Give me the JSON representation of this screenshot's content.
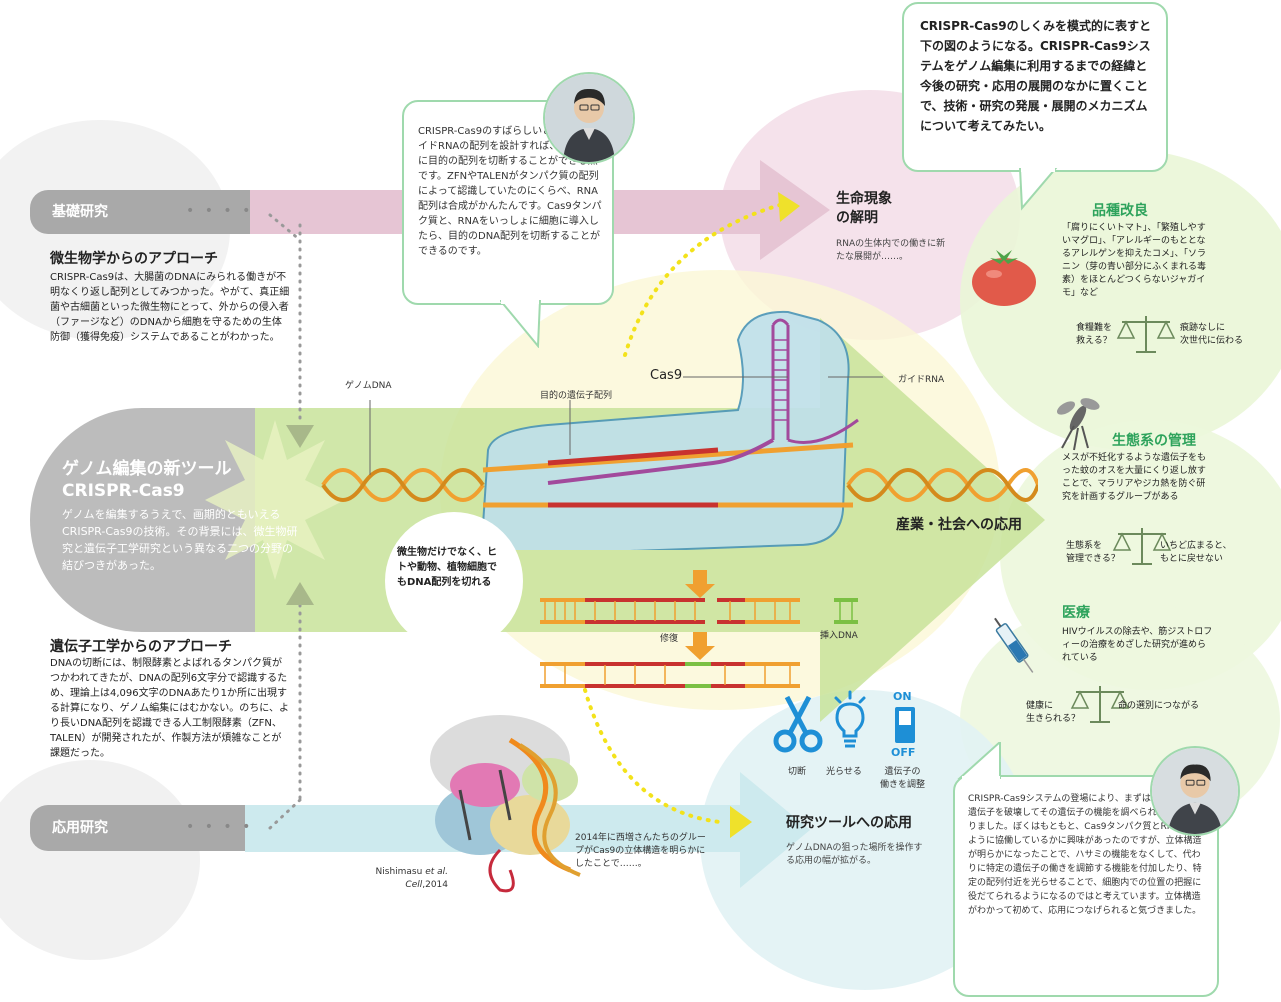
{
  "intro": "CRISPR-Cas9のしくみを模式的に表すと下の図のようになる。CRISPR-Cas9システムをゲノム編集に利用するまでの経緯と今後の研究・応用の展開のなかに置くことで、技術・研究の発展・展開のメカニズムについて考えてみたい。",
  "top_quote": "CRISPR-Cas9のすばらしいところは、ガイドRNAの配列を設計すれば、かんたんに目的の配列を切断することができる点です。ZFNやTALENがタンパク質の配列によって認識していたのにくらべ、RNA配列は合成がかんたんです。Cas9タンパク質と、RNAをいっしょに細胞に導入したら、目的のDNA配列を切断することができるのです。",
  "bottom_quote": "CRISPR-Cas9システムの登場により、まずは、かんたんに遺伝子を破壊してその遺伝子の機能を調べられるようになりました。ぼくはもともと、Cas9タンパク質とRNAがどのように協働しているかに興味があったのですが、立体構造が明らかになったことで、ハサミの機能をなくして、代わりに特定の遺伝子の働きを調節する機能を付加したり、特定の配列付近を光らせることで、細胞内での位置の把握に役だてられるようになるのではと考えています。立体構造がわかって初めて、応用につなげられると気づきました。",
  "basic": {
    "tag": "基礎研究",
    "heading": "微生物学からのアプローチ",
    "body": "CRISPR-Cas9は、大腸菌のDNAにみられる働きが不明なくり返し配列としてみつかった。やがて、真正細菌や古細菌といった微生物にとって、外からの侵入者（ファージなど）のDNAから細胞を守るための生体防御（獲得免疫）システムであることがわかった。"
  },
  "genome": {
    "title1": "ゲノム編集の新ツール",
    "title2": "CRISPR-Cas9",
    "body": "ゲノムを編集するうえで、画期的ともいえるCRISPR-Cas9の技術。その背景には、微生物研究と遺伝子工学研究という異なる二つの分野の結びつきがあった。"
  },
  "genetic": {
    "heading": "遺伝子工学からのアプローチ",
    "body": "DNAの切断には、制限酵素とよばれるタンパク質がつかわれてきたが、DNAの配列6文字分で認識するため、理論上は4,096文字のDNAあたり1か所に出現する計算になり、ゲノム編集にはむかない。のちに、より長いDNA配列を認識できる人工制限酵素（ZFN、TALEN）が開発されたが、作製方法が煩雑なことが課題だった。"
  },
  "applied": {
    "tag": "応用研究"
  },
  "life": {
    "heading": "生命現象\nの解明",
    "sub": "RNAの生体内での働きに新たな展開が……。"
  },
  "industry": {
    "heading": "産業・社会への応用"
  },
  "research": {
    "heading": "研究ツールへの応用",
    "sub": "ゲノムDNAの狙った場所を操作する応用の幅が拡がる。"
  },
  "labels": {
    "genome_dna": "ゲノムDNA",
    "target_seq": "目的の遺伝子配列",
    "cas9": "Cas9",
    "guide_rna": "ガイドRNA",
    "repair": "修復",
    "insert_dna": "挿入DNA"
  },
  "circle_note": "微生物だけでなく、ヒトや動物、植物細胞でもDNA配列を切れる",
  "tools": {
    "cut": "切断",
    "glow": "光らせる",
    "regulate": "遺伝子の\n働きを調整",
    "on": "ON",
    "off": "OFF"
  },
  "structure_note": "2014年に西増さんたちのグループがCas9の立体構造を明らかにしたことで……。",
  "citation": {
    "authors": "Nishimasu ",
    "etal": "et al.",
    "journal": "Cell",
    "year": ",2014"
  },
  "crop": {
    "heading": "品種改良",
    "body": "「腐りにくいトマト」、「繁殖しやすいマグロ」、「アレルギーのもととなるアレルゲンを抑えたコメ」、「ソラニン（芽の青い部分にふくまれる毒素）をほとんどつくらないジャガイモ」など",
    "left": "食糧難を\n救える？",
    "right": "痕跡なしに\n次世代に伝わる"
  },
  "eco": {
    "heading": "生態系の管理",
    "body": "メスが不妊化するような遺伝子をもった蚊のオスを大量にくり返し放すことで、マラリアやジカ熱を防ぐ研究を計画するグループがある",
    "left": "生態系を\n管理できる？",
    "right": "いちど広まると、\nもとに戻せない"
  },
  "medical": {
    "heading": "医療",
    "body": "HIVウイルスの除去や、筋ジストロフィーの治療をめざした研究が進められている",
    "left": "健康に\n生きられる？",
    "right": "命の選別につながる"
  },
  "colors": {
    "pink": "#e6c5d4",
    "teal_arrow": "#cdeaee",
    "green_arrow": "#c8e39a",
    "bubble_border": "#9fd9ad",
    "accent_green": "#2ea35c",
    "tool_blue": "#1e8fd6"
  }
}
